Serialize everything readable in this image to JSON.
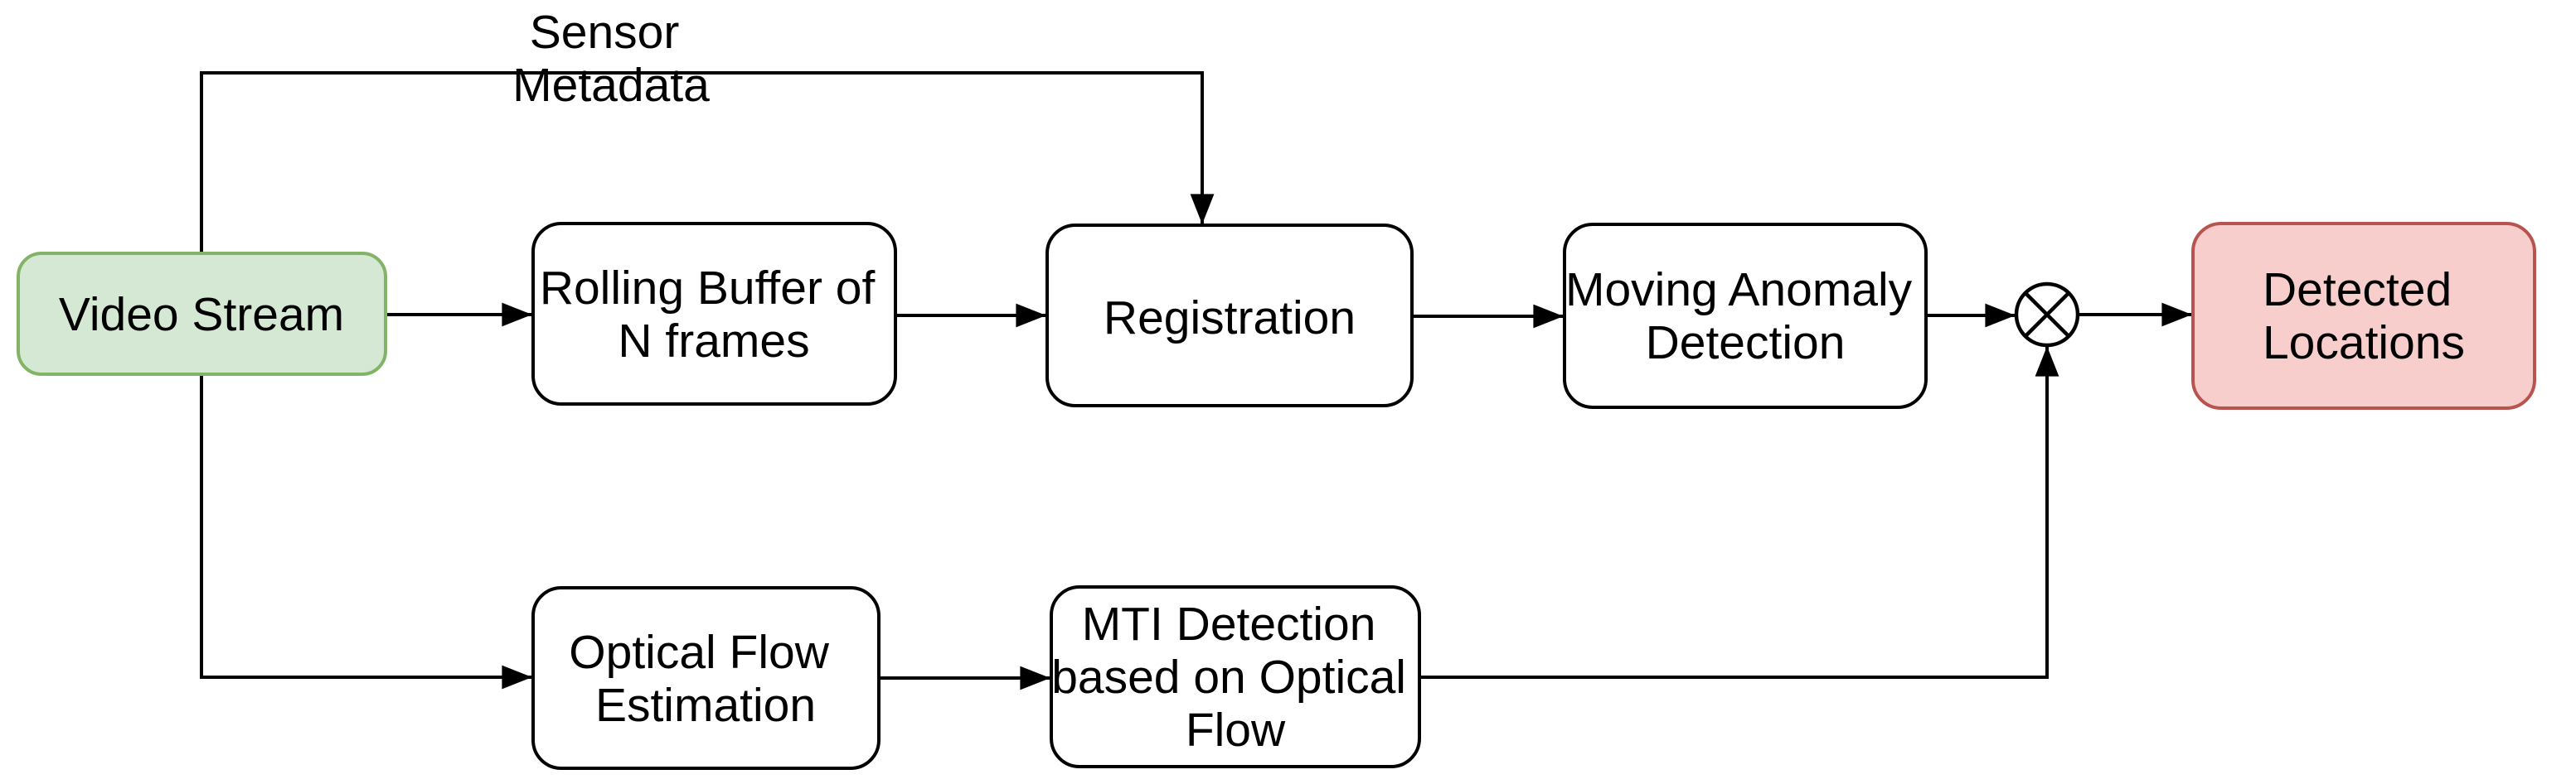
{
  "diagram": {
    "description": "Moving target detection pipeline flowchart",
    "nodes": {
      "video_stream": {
        "label": "Video Stream",
        "fill": "#d5e8d4",
        "stroke": "#82b366"
      },
      "rolling_buffer": {
        "line1": "Rolling Buffer of",
        "line2": "N frames",
        "fill": "#ffffff",
        "stroke": "#000000"
      },
      "registration": {
        "label": "Registration",
        "fill": "#ffffff",
        "stroke": "#000000"
      },
      "moving_anomaly": {
        "line1": "Moving Anomaly",
        "line2": "Detection",
        "fill": "#ffffff",
        "stroke": "#000000"
      },
      "detected_locations": {
        "line1": "Detected",
        "line2": "Locations",
        "fill": "#f8cecc",
        "stroke": "#b85450"
      },
      "optical_flow": {
        "line1": "Optical Flow",
        "line2": "Estimation",
        "fill": "#ffffff",
        "stroke": "#000000"
      },
      "mti_detection": {
        "line1": "MTI Detection",
        "line2": "based on Optical",
        "line3": "Flow",
        "fill": "#ffffff",
        "stroke": "#000000"
      }
    },
    "junction": {
      "operator": "circled-times",
      "fill": "#ffffff",
      "stroke": "#000000"
    },
    "edge_labels": {
      "sensor_metadata": {
        "line1": "Sensor",
        "line2": "Metadata"
      }
    },
    "line_color": "#000000",
    "background": "#ffffff"
  }
}
